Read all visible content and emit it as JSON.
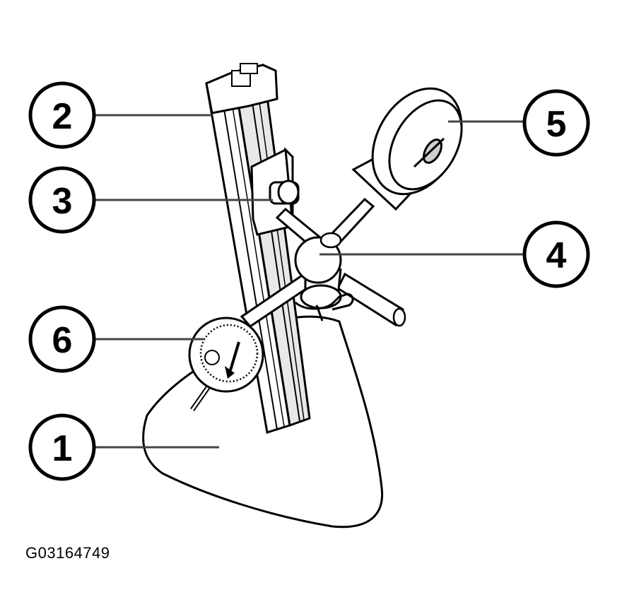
{
  "figure": {
    "code": "G03164749",
    "callouts": [
      {
        "number": "1",
        "part": "base"
      },
      {
        "number": "2",
        "part": "column"
      },
      {
        "number": "3",
        "part": "clamp"
      },
      {
        "number": "4",
        "part": "ball-joint"
      },
      {
        "number": "5",
        "part": "wheel"
      },
      {
        "number": "6",
        "part": "dial-gauge"
      }
    ]
  },
  "colors": {
    "line": "#000000",
    "leader": "#444444",
    "fill": "#ffffff",
    "shade": "#cfcfcf"
  }
}
